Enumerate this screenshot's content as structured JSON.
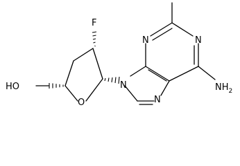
{
  "molecule": {
    "atoms": {
      "ho": "HO",
      "f": "F",
      "o_ring": "O",
      "n9": "N",
      "n3": "N",
      "n1": "N",
      "n7": "N",
      "nh2": "NH",
      "nh2_sub": "2"
    },
    "colors": {
      "ink": "#000000",
      "background": "#ffffff"
    }
  }
}
